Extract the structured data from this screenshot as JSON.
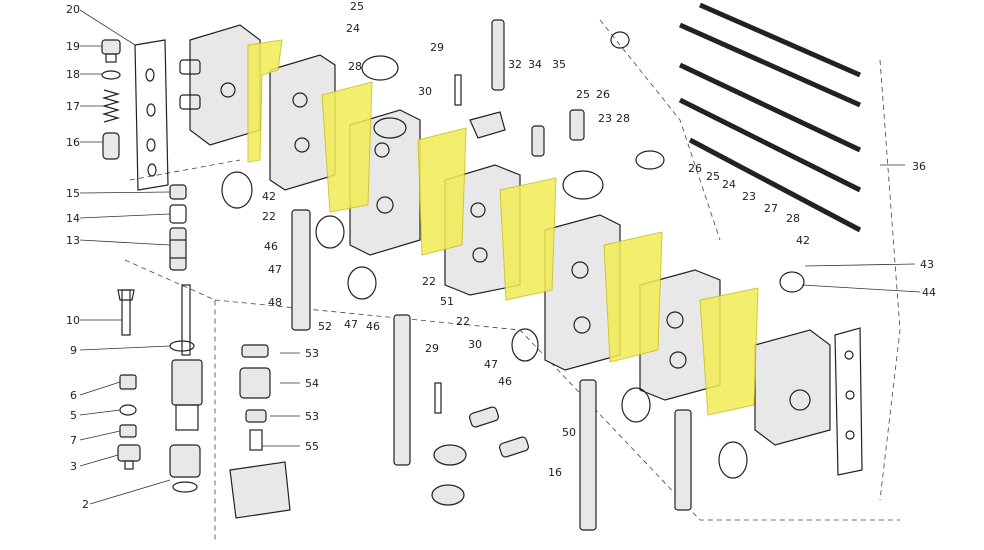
{
  "diagram": {
    "highlight_color": "#f3ec55",
    "line_color": "#222222",
    "labels": [
      {
        "id": "l20",
        "text": "20"
      },
      {
        "id": "l19",
        "text": "19"
      },
      {
        "id": "l18",
        "text": "18"
      },
      {
        "id": "l17",
        "text": "17"
      },
      {
        "id": "l16a",
        "text": "16"
      },
      {
        "id": "l15",
        "text": "15"
      },
      {
        "id": "l14",
        "text": "14"
      },
      {
        "id": "l13",
        "text": "13"
      },
      {
        "id": "l10",
        "text": "10"
      },
      {
        "id": "l9",
        "text": "9"
      },
      {
        "id": "l6",
        "text": "6"
      },
      {
        "id": "l5",
        "text": "5"
      },
      {
        "id": "l7",
        "text": "7"
      },
      {
        "id": "l3",
        "text": "3"
      },
      {
        "id": "l2",
        "text": "2"
      },
      {
        "id": "l25a",
        "text": "25"
      },
      {
        "id": "l24a",
        "text": "24"
      },
      {
        "id": "l28a",
        "text": "28"
      },
      {
        "id": "l29a",
        "text": "29"
      },
      {
        "id": "l30a",
        "text": "30"
      },
      {
        "id": "l32",
        "text": "32"
      },
      {
        "id": "l34",
        "text": "34"
      },
      {
        "id": "l35",
        "text": "35"
      },
      {
        "id": "l25b",
        "text": "25"
      },
      {
        "id": "l26a",
        "text": "26"
      },
      {
        "id": "l23a",
        "text": "23"
      },
      {
        "id": "l28b",
        "text": "28"
      },
      {
        "id": "l42a",
        "text": "42"
      },
      {
        "id": "l22a",
        "text": "22"
      },
      {
        "id": "l46a",
        "text": "46"
      },
      {
        "id": "l47a",
        "text": "47"
      },
      {
        "id": "l48",
        "text": "48"
      },
      {
        "id": "l52",
        "text": "52"
      },
      {
        "id": "l47b",
        "text": "47"
      },
      {
        "id": "l46b",
        "text": "46"
      },
      {
        "id": "l22b",
        "text": "22"
      },
      {
        "id": "l51",
        "text": "51"
      },
      {
        "id": "l22c",
        "text": "22"
      },
      {
        "id": "l53a",
        "text": "53"
      },
      {
        "id": "l54",
        "text": "54"
      },
      {
        "id": "l53b",
        "text": "53"
      },
      {
        "id": "l55",
        "text": "55"
      },
      {
        "id": "l29b",
        "text": "29"
      },
      {
        "id": "l30b",
        "text": "30"
      },
      {
        "id": "l47c",
        "text": "47"
      },
      {
        "id": "l46c",
        "text": "46"
      },
      {
        "id": "l16b",
        "text": "16"
      },
      {
        "id": "l50",
        "text": "50"
      },
      {
        "id": "l26b",
        "text": "26"
      },
      {
        "id": "l25c",
        "text": "25"
      },
      {
        "id": "l24b",
        "text": "24"
      },
      {
        "id": "l23b",
        "text": "23"
      },
      {
        "id": "l27",
        "text": "27"
      },
      {
        "id": "l28c",
        "text": "28"
      },
      {
        "id": "l42b",
        "text": "42"
      },
      {
        "id": "l36",
        "text": "36"
      },
      {
        "id": "l43",
        "text": "43"
      },
      {
        "id": "l44",
        "text": "44"
      }
    ]
  }
}
